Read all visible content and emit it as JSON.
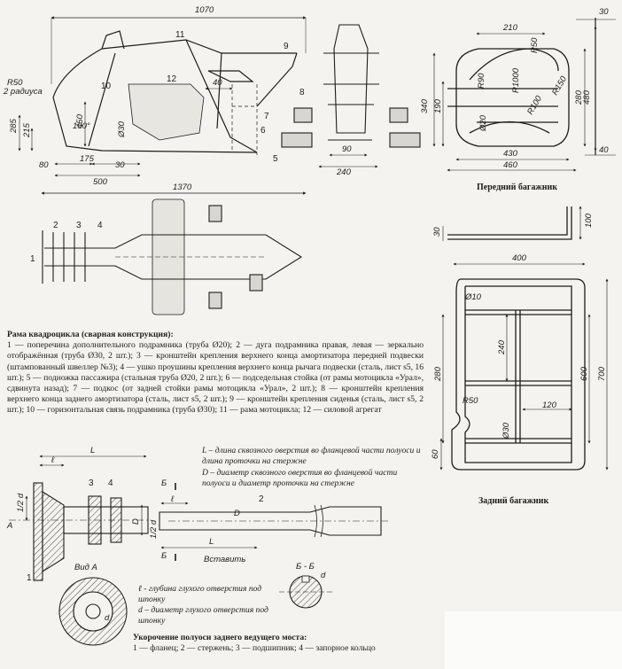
{
  "frame_caption": {
    "title": "Рама квадроцикла (сварная конструкция):",
    "body": "1 — поперечина дополнительного подрамника (труба Ø20); 2 — дуга подрамника правая, левая — зеркально отображённая (труба Ø30, 2 шт.); 3 — кронштейн крепления верхнего конца амортизатора передней подвески (штампованный швеллер №3); 4 — ушко проушины крепления верхнего конца рычага подвески (сталь, лист s5, 16 шт.); 5 — подножка пассажира (стальная труба Ø20, 2 шт.); 6 — подседельная стойка (от рамы мотоцикла «Урал», сдвинута назад); 7 — подкос (от задней стойки рамы мотоцикла «Урал», 2 шт.); 8 — кронштейн крепления верхнего конца заднего амортизатора (сталь, лист s5, 2 шт.); 9 — кронштейн крепления сиденья (сталь, лист s5, 2 шт.); 10 — горизонтальная связь подрамника (труба Ø30); 11 — рама мотоцикла; 12 — силовой агрегат"
  },
  "axle_caption": {
    "title": "Укорочение полуоси заднего ведущего моста:",
    "body": "1 — фланец; 2 — стержень; 3 — подшипник; 4 — запорное кольцо"
  },
  "front_rack_label": "Передний багажник",
  "rear_rack_label": "Задний багажник",
  "axle_notes": {
    "L": "L – длина сквозного оверстия во фланцевой части полуоси и длина проточки на стержне",
    "D": "D – диаметр сквозного оверстия во фланцевой части полуоси и диаметр проточки на стержне",
    "l": "ℓ - глубина глухого отверстия под шпонку",
    "d": "d – диаметр глухого отверстия под шпонку"
  },
  "side_view_dims": {
    "overall_length": "1070",
    "bend_radius": "R50",
    "bend_radius_note": "2 радиуса",
    "h285": "285",
    "h215": "215",
    "h450": "450",
    "tube30": "Ø30",
    "angle": "100°",
    "d80": "80",
    "d175": "175",
    "d30": "30",
    "d500": "500",
    "d40": "40",
    "d90": "90",
    "d240": "240"
  },
  "plan_view_dims": {
    "overall_length": "1370"
  },
  "callouts": [
    "1",
    "2",
    "3",
    "4",
    "5",
    "6",
    "7",
    "8",
    "9",
    "10",
    "11",
    "12"
  ],
  "front_rack_dims": {
    "w210": "210",
    "h340": "340",
    "h190": "190",
    "r50": "R50",
    "r90": "R90",
    "r1000": "R1000",
    "r150": "R150",
    "r100": "R100",
    "d20": "Ø20",
    "h480": "480",
    "h280": "280",
    "d30": "30",
    "d40": "40",
    "w430": "430",
    "w460": "460"
  },
  "rear_rack_dims": {
    "w400": "400",
    "d10": "Ø10",
    "h240": "240",
    "h280": "280",
    "h600": "600",
    "h700": "700",
    "r50": "R50",
    "w120": "120",
    "d30": "Ø30",
    "h60": "60",
    "side30": "30",
    "side100": "100"
  },
  "axle_dims": {
    "L": "L",
    "l": "ℓ",
    "half_d": "1/2 d",
    "D": "D",
    "A": "A",
    "section_mark": "Б",
    "view_a": "Вид A",
    "section_bb": "Б - Б",
    "cut_label": "Вставить",
    "d": "d",
    "n1": "1",
    "n2": "2",
    "n3": "3",
    "n4": "4"
  }
}
